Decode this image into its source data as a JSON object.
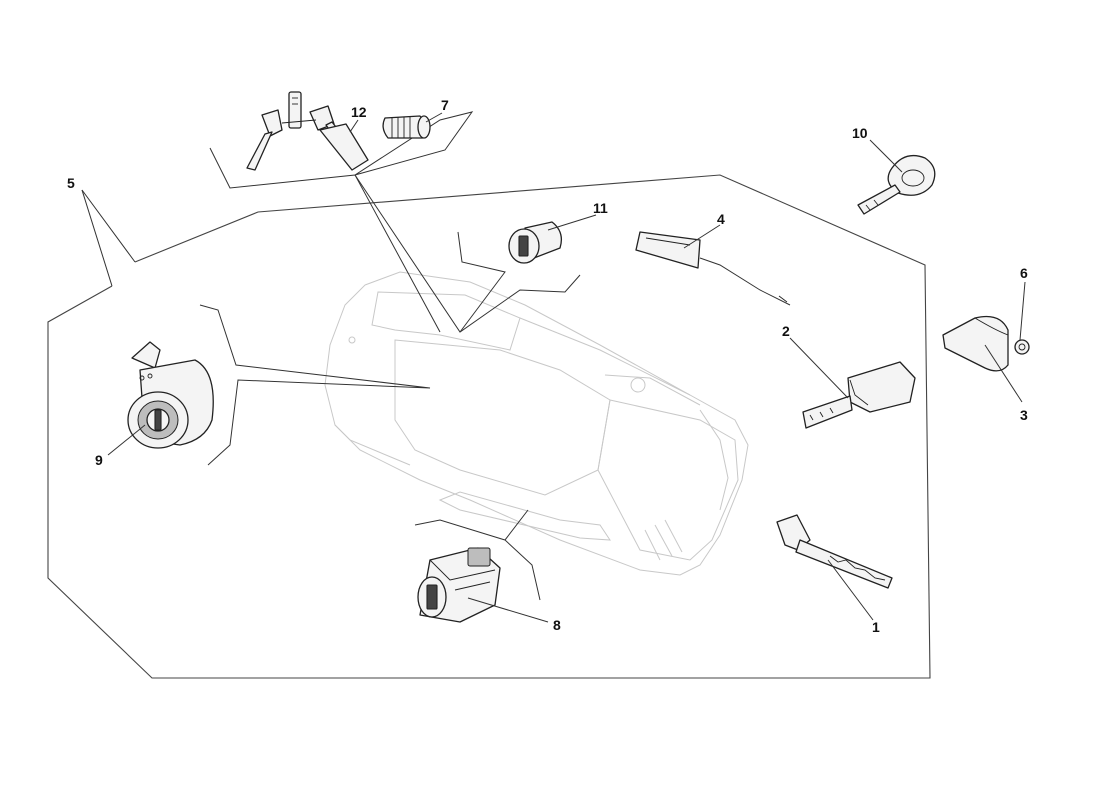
{
  "diagram": {
    "callouts": [
      {
        "id": "1",
        "label": "1"
      },
      {
        "id": "2",
        "label": "2"
      },
      {
        "id": "3",
        "label": "3"
      },
      {
        "id": "4",
        "label": "4"
      },
      {
        "id": "5",
        "label": "5"
      },
      {
        "id": "6",
        "label": "6"
      },
      {
        "id": "7",
        "label": "7"
      },
      {
        "id": "8",
        "label": "8"
      },
      {
        "id": "9",
        "label": "9"
      },
      {
        "id": "10",
        "label": "10"
      },
      {
        "id": "11",
        "label": "11"
      },
      {
        "id": "12",
        "label": "12"
      }
    ],
    "colors": {
      "line": "#222222",
      "ghost": "#c8c8c8",
      "background": "#ffffff"
    },
    "parts": [
      "key-set-icon",
      "ignition-switch-icon",
      "lock-barrel-icon",
      "remote-key-fob-icon",
      "key-blank-icon",
      "wire-tag-icon",
      "door-lock-cylinder-icon",
      "fuel-lock-cylinder-icon",
      "steering-lock-icon",
      "trunk-lock-icon",
      "car-top-view-icon"
    ]
  }
}
